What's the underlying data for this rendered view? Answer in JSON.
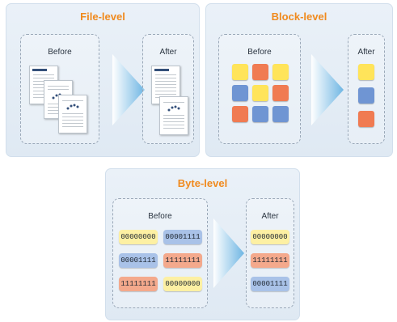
{
  "colors": {
    "title": "#f08a1e",
    "arrow": "#6fb6e3",
    "yellow": "#ffe45a",
    "orange": "#f07b52",
    "blue": "#6f95d3",
    "chip_yellow": "#fdf0a3",
    "chip_blue": "#a9c2e8",
    "chip_orange": "#f4a98c"
  },
  "file_level": {
    "title": "File-level",
    "before_label": "Before",
    "after_label": "After"
  },
  "block_level": {
    "title": "Block-level",
    "before_label": "Before",
    "after_label": "After",
    "before_grid": [
      [
        "yellow",
        "orange",
        "yellow"
      ],
      [
        "blue",
        "yellow",
        "orange"
      ],
      [
        "orange",
        "blue",
        "blue"
      ]
    ],
    "after_blocks": [
      "yellow",
      "blue",
      "orange"
    ]
  },
  "byte_level": {
    "title": "Byte-level",
    "before_label": "Before",
    "after_label": "After",
    "before_rows": [
      [
        {
          "text": "00000000",
          "color": "chip_yellow"
        },
        {
          "text": "00001111",
          "color": "chip_blue"
        }
      ],
      [
        {
          "text": "00001111",
          "color": "chip_blue"
        },
        {
          "text": "11111111",
          "color": "chip_orange"
        }
      ],
      [
        {
          "text": "11111111",
          "color": "chip_orange"
        },
        {
          "text": "00000000",
          "color": "chip_yellow"
        }
      ]
    ],
    "after_chips": [
      {
        "text": "00000000",
        "color": "chip_yellow"
      },
      {
        "text": "11111111",
        "color": "chip_orange"
      },
      {
        "text": "00001111",
        "color": "chip_blue"
      }
    ]
  }
}
